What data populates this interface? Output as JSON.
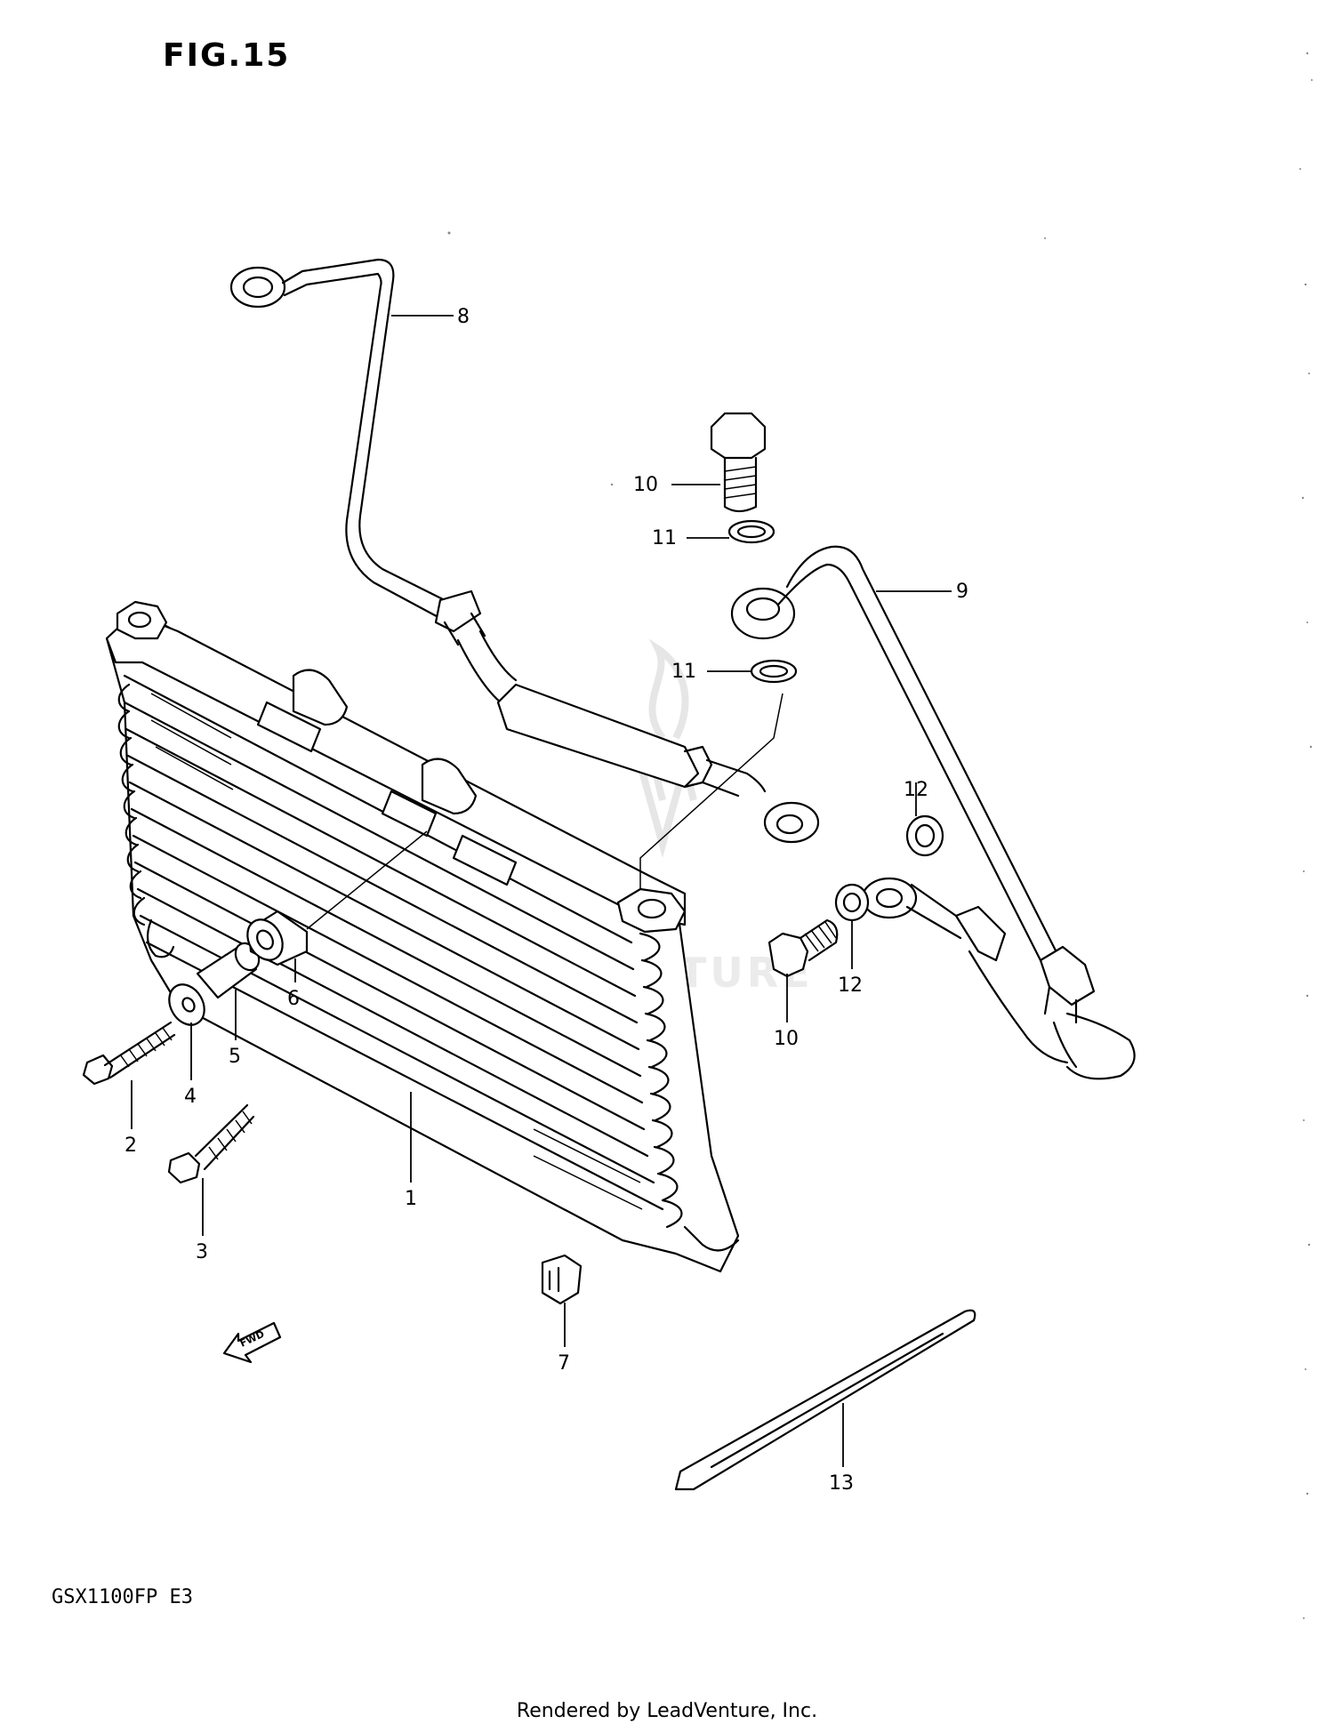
{
  "figure_title": "FIG.15",
  "model_code": "GSX1100FP  E3",
  "footer": "Rendered by LeadVenture, Inc.",
  "watermark": "LEADVENTURE",
  "fwd_label": "FWD",
  "callouts": {
    "c1": "1",
    "c2": "2",
    "c3": "3",
    "c4": "4",
    "c5": "5",
    "c6": "6",
    "c7": "7",
    "c8": "8",
    "c9": "9",
    "c10a": "10",
    "c10b": "10",
    "c11a": "11",
    "c11b": "11",
    "c12a": "12",
    "c12b": "12",
    "c13": "13"
  }
}
